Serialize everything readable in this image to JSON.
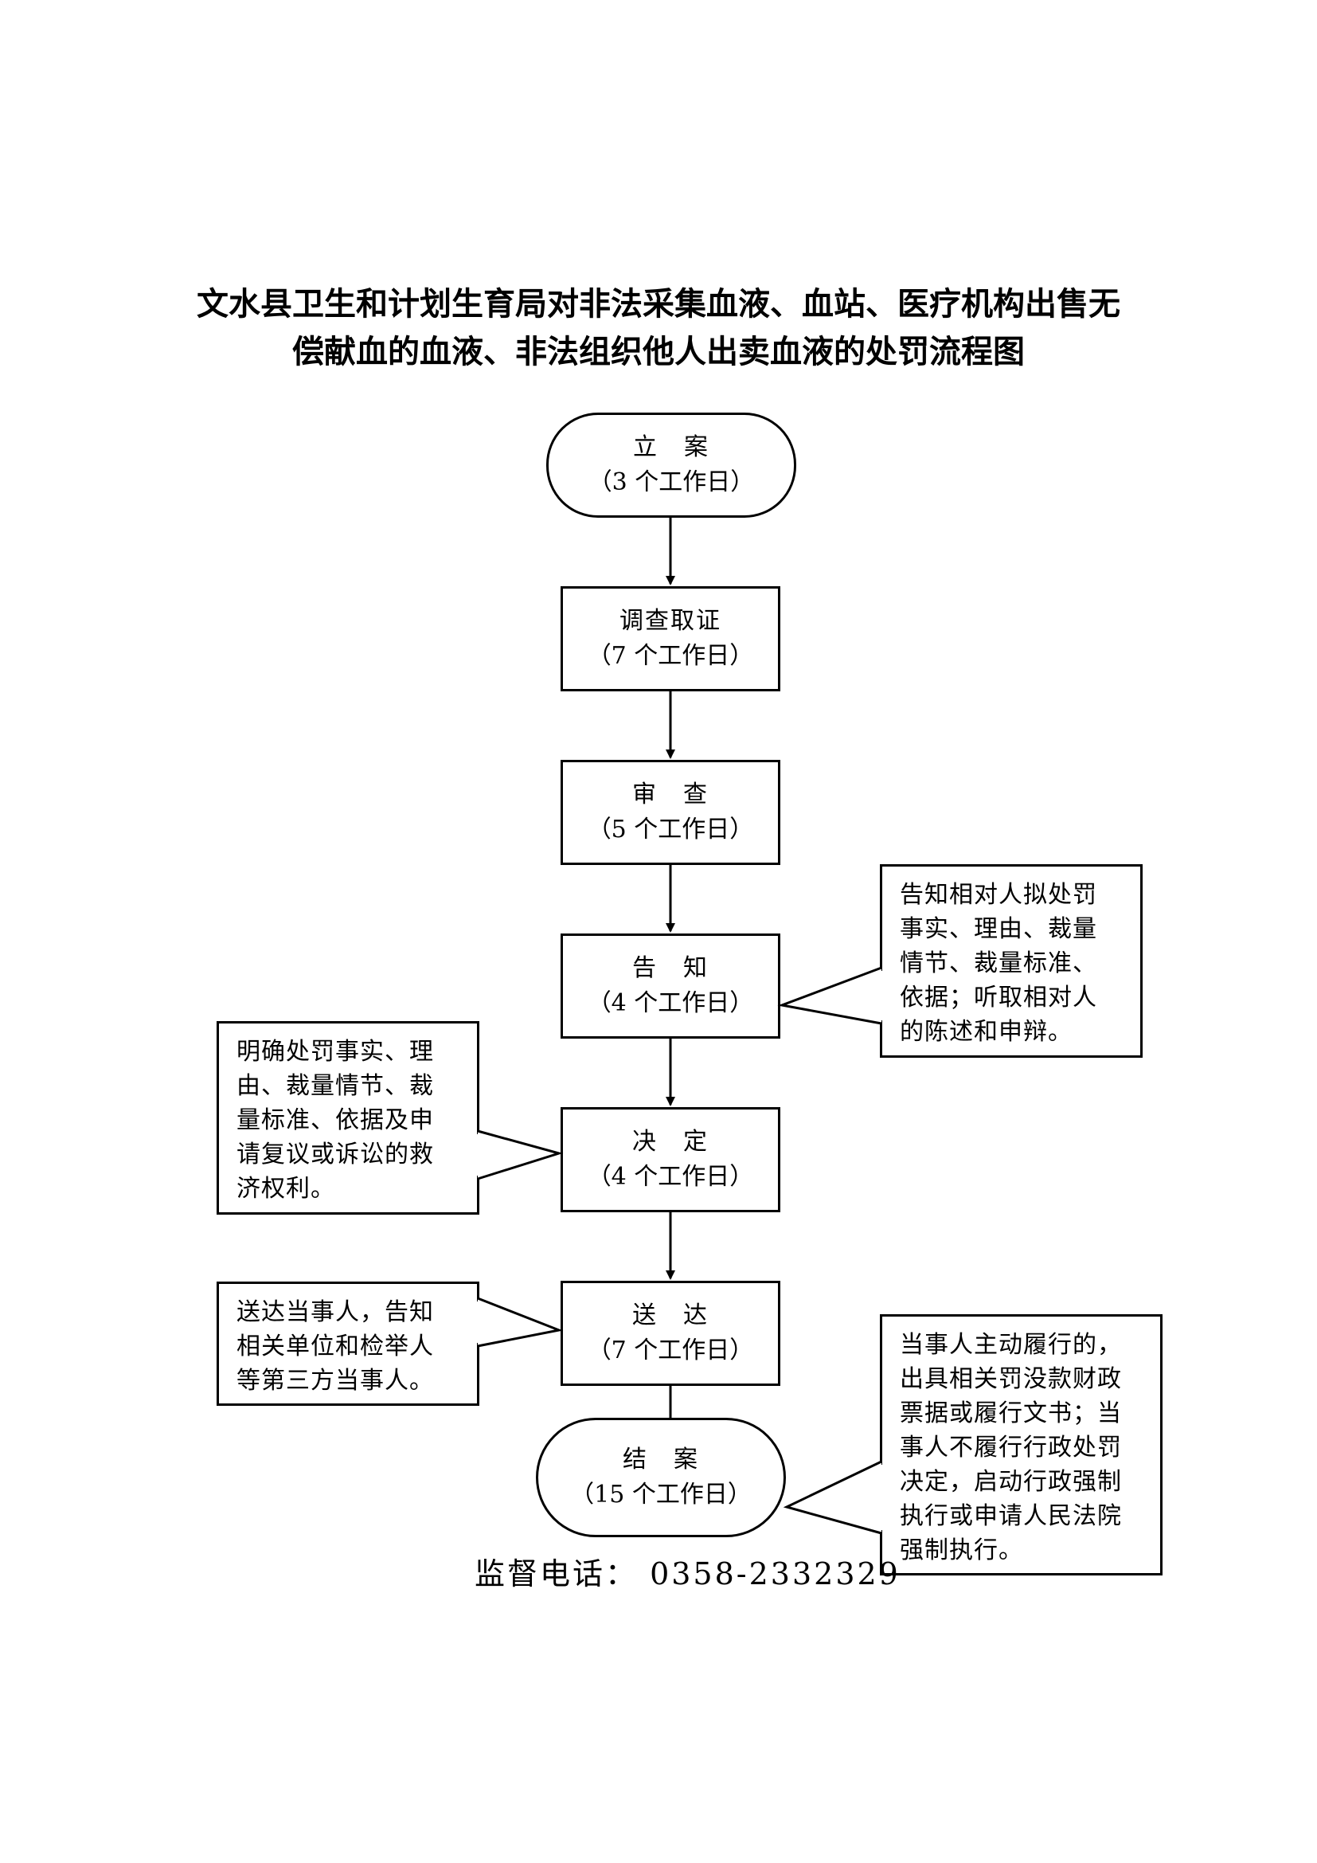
{
  "title": {
    "line1": "文水县卫生和计划生育局对非法采集血液、血站、医疗机构出售无",
    "line2": "偿献血的血液、非法组织他人出卖血液的处罚流程图"
  },
  "steps": [
    {
      "label": "立　案",
      "duration": "（3 个工作日）"
    },
    {
      "label": "调查取证",
      "duration": "（7 个工作日）"
    },
    {
      "label": "审　查",
      "duration": "（5 个工作日）"
    },
    {
      "label": "告　知",
      "duration": "（4 个工作日）"
    },
    {
      "label": "决　定",
      "duration": "（4 个工作日）"
    },
    {
      "label": "送　达",
      "duration": "（7 个工作日）"
    },
    {
      "label": "结　案",
      "duration": "（15 个工作日）"
    }
  ],
  "notes": {
    "notify": [
      "告知相对人拟处罚",
      "事实、理由、裁量",
      "情节、裁量标准、",
      "依据；听取相对人",
      "的陈述和申辩。"
    ],
    "decide": [
      "明确处罚事实、理",
      "由、裁量情节、裁",
      "量标准、依据及申",
      "请复议或诉讼的救",
      "济权利。"
    ],
    "deliver": [
      "送达当事人，告知",
      "相关单位和检举人",
      "等第三方当事人。"
    ],
    "close": [
      "当事人主动履行的，",
      "出具相关罚没款财政",
      "票据或履行文书；当",
      "事人不履行行政处罚",
      "决定，启动行政强制",
      "执行或申请人民法院",
      "强制执行。"
    ]
  },
  "phone": "监督电话：  0358-2332329"
}
